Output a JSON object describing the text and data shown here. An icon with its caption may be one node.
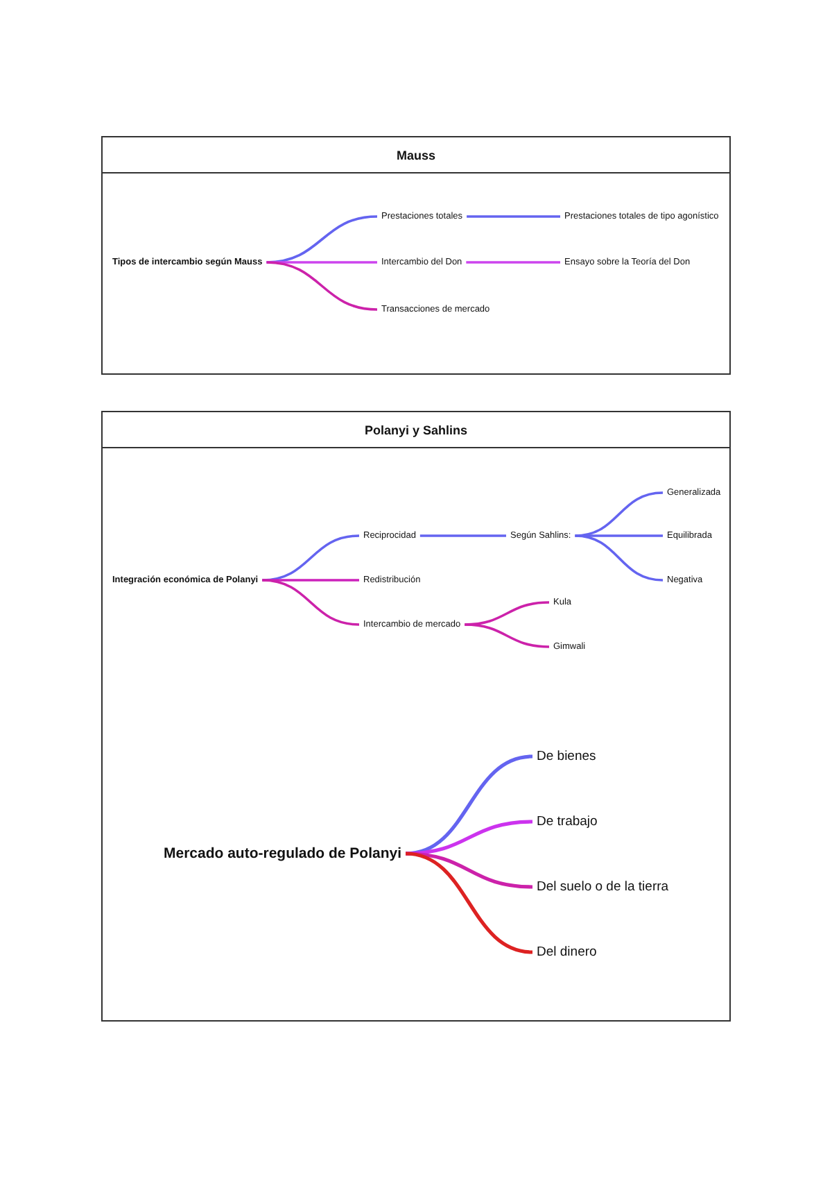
{
  "diagram": {
    "nodes": [
      {
        "text": [
          "Mauss"
        ]
      },
      {
        "text": [
          "Tipos de intercambio según Mauss"
        ],
        "in": 0
      },
      {
        "text": [
          "Prestaciones totales"
        ],
        "in": 0
      },
      {
        "text": [
          "Prestaciones totales de tipo agonístico"
        ],
        "in": 0
      },
      {
        "text": [
          "Intercambio del Don"
        ],
        "in": 0
      },
      {
        "text": [
          "Ensayo sobre la Teoría del Don"
        ],
        "in": 0
      },
      {
        "text": [
          "Transacciones de mercado"
        ],
        "in": 0
      },
      {
        "text": [
          "Polanyi y Sahlins"
        ]
      },
      {
        "text": [
          "Integración económica de Polanyi"
        ],
        "in": 7
      },
      {
        "text": [
          "Reciprocidad"
        ],
        "in": 7
      },
      {
        "text": [
          "Según Sahlins:"
        ],
        "in": 7
      },
      {
        "text": [
          "Generalizada"
        ],
        "in": 7
      },
      {
        "text": [
          "Equilibrada"
        ],
        "in": 7
      },
      {
        "text": [
          "Negativa"
        ],
        "in": 7
      },
      {
        "text": [
          "Redistribución"
        ],
        "in": 7
      },
      {
        "text": [
          "Intercambio de mercado"
        ],
        "in": 7
      },
      {
        "text": [
          "Kula"
        ],
        "in": 7
      },
      {
        "text": [
          "Gimwali"
        ],
        "in": 7
      },
      {
        "text": [
          "Mercado auto-regulado de Polanyi"
        ],
        "in": 7
      },
      {
        "text": [
          "De bienes"
        ],
        "in": 7
      },
      {
        "text": [
          "De trabajo"
        ],
        "in": 7
      },
      {
        "text": [
          "Del suelo o de la tierra"
        ],
        "in": 7
      },
      {
        "text": [
          "Del dinero"
        ],
        "in": 7
      }
    ],
    "edges": [
      {
        "from": 1,
        "to": 2,
        "arrow": "none",
        "color": "#6464f0"
      },
      {
        "from": 2,
        "to": 3,
        "arrow": "none",
        "color": "#6464f0"
      },
      {
        "from": 1,
        "to": 4,
        "arrow": "none",
        "color": "#cc44ee"
      },
      {
        "from": 4,
        "to": 5,
        "arrow": "none",
        "color": "#cc44ee"
      },
      {
        "from": 1,
        "to": 6,
        "arrow": "none",
        "color": "#cc22aa"
      },
      {
        "from": 8,
        "to": 9,
        "arrow": "none",
        "color": "#6464f0"
      },
      {
        "from": 9,
        "to": 10,
        "arrow": "none",
        "color": "#6464f0"
      },
      {
        "from": 10,
        "to": 11,
        "arrow": "none",
        "color": "#6464f0"
      },
      {
        "from": 10,
        "to": 12,
        "arrow": "none",
        "color": "#6464f0"
      },
      {
        "from": 10,
        "to": 13,
        "arrow": "none",
        "color": "#6464f0"
      },
      {
        "from": 8,
        "to": 14,
        "arrow": "none",
        "color": "#cc22bb"
      },
      {
        "from": 8,
        "to": 15,
        "arrow": "none",
        "color": "#cc22aa"
      },
      {
        "from": 15,
        "to": 16,
        "arrow": "none",
        "color": "#cc22aa"
      },
      {
        "from": 15,
        "to": 17,
        "arrow": "none",
        "color": "#cc22aa"
      },
      {
        "from": 18,
        "to": 19,
        "arrow": "none",
        "color": "#6464f0"
      },
      {
        "from": 18,
        "to": 20,
        "arrow": "none",
        "color": "#cc33ee"
      },
      {
        "from": 18,
        "to": 21,
        "arrow": "none",
        "color": "#cc22aa"
      },
      {
        "from": 18,
        "to": 22,
        "arrow": "none",
        "color": "#dd2222"
      }
    ]
  }
}
